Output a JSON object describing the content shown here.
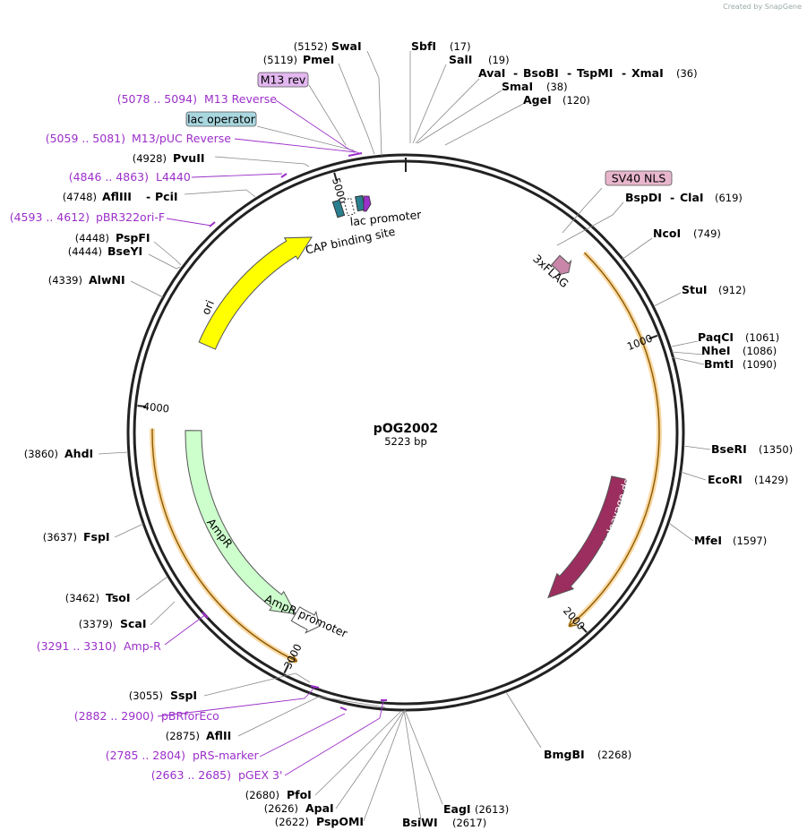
{
  "credit": "Created by SnapGene",
  "plasmid": {
    "name": "pOG2002",
    "size_label": "5223 bp",
    "length": 5223
  },
  "colors": {
    "primer": "#9b2fc9",
    "ori": "#ffff00",
    "ampr": "#ccffcc",
    "foki": "#9b2e5f",
    "flag": "#c986a8",
    "orf": "#f5b95a"
  },
  "ticks": [
    {
      "pos": 1000,
      "label": "1000"
    },
    {
      "pos": 2000,
      "label": "2000"
    },
    {
      "pos": 3000,
      "label": "3000"
    },
    {
      "pos": 4000,
      "label": "4000"
    },
    {
      "pos": 5000,
      "label": "5000"
    }
  ],
  "features": [
    {
      "name": "ori",
      "label": "ori",
      "type": "arrow",
      "start": 4260,
      "end": 4850,
      "dir": 1,
      "color": "#ffff00"
    },
    {
      "name": "ampr",
      "label": "AmpR",
      "type": "arrow",
      "start": 3065,
      "end": 3925,
      "dir": -1,
      "color": "#ccffcc"
    },
    {
      "name": "ampr-promoter",
      "label": "AmpR promoter",
      "type": "arrow",
      "start": 2960,
      "end": 3065,
      "dir": -1,
      "color": "#ffffff"
    },
    {
      "name": "foki",
      "label": "FokI cleavage domain",
      "type": "arrow",
      "start": 1480,
      "end": 2020,
      "dir": 1,
      "color": "#9b2e5f"
    },
    {
      "name": "3xflag",
      "label": "3xFLAG",
      "type": "arrow",
      "start": 595,
      "end": 660,
      "dir": 1,
      "color": "#c986a8"
    }
  ],
  "orfs": [
    {
      "name": "orf-foki",
      "start": 650,
      "end": 2030,
      "dir": 1
    },
    {
      "name": "orf-ampr",
      "start": 2980,
      "end": 3930,
      "dir": -1
    }
  ],
  "small_features": [
    {
      "name": "lac-promoter",
      "label": "lac promoter"
    },
    {
      "name": "cap-binding-site",
      "label": "CAP binding site"
    },
    {
      "name": "3xflag",
      "label": "3xFLAG"
    }
  ],
  "boxed": [
    {
      "name": "m13-rev",
      "label": "M13 rev"
    },
    {
      "name": "lac-operator",
      "label": "lac operator"
    },
    {
      "name": "sv40-nls",
      "label": "SV40 NLS"
    }
  ],
  "enzymes_left": [
    {
      "pos": "(5152)",
      "name": "SwaI"
    },
    {
      "pos": "(5119)",
      "name": "PmeI"
    },
    {
      "pos": "(4928)",
      "name": "PvuII"
    },
    {
      "pos": "(4748)",
      "name": "AflIII",
      "name2": "PciI"
    },
    {
      "pos": "(4448)",
      "name": "PspFI"
    },
    {
      "pos": "(4444)",
      "name": "BseYI"
    },
    {
      "pos": "(4339)",
      "name": "AlwNI"
    },
    {
      "pos": "(3860)",
      "name": "AhdI"
    },
    {
      "pos": "(3637)",
      "name": "FspI"
    },
    {
      "pos": "(3462)",
      "name": "TsoI"
    },
    {
      "pos": "(3379)",
      "name": "ScaI"
    },
    {
      "pos": "(3055)",
      "name": "SspI"
    },
    {
      "pos": "(2875)",
      "name": "AflII"
    },
    {
      "pos": "(2680)",
      "name": "PfoI"
    },
    {
      "pos": "(2626)",
      "name": "ApaI"
    },
    {
      "pos": "(2622)",
      "name": "PspOMI"
    }
  ],
  "enzymes_right": [
    {
      "name": "SbfI",
      "pos": "(17)"
    },
    {
      "name": "SalI",
      "pos": "(19)"
    },
    {
      "name": "AvaI",
      "name2": "BsoBI",
      "name3": "TspMI",
      "name4": "XmaI",
      "pos": "(36)"
    },
    {
      "name": "SmaI",
      "pos": "(38)"
    },
    {
      "name": "AgeI",
      "pos": "(120)"
    },
    {
      "name": "BspDI",
      "name2": "ClaI",
      "pos": "(619)"
    },
    {
      "name": "NcoI",
      "pos": "(749)"
    },
    {
      "name": "StuI",
      "pos": "(912)"
    },
    {
      "name": "PaqCI",
      "pos": "(1061)"
    },
    {
      "name": "NheI",
      "pos": "(1086)"
    },
    {
      "name": "BmtI",
      "pos": "(1090)"
    },
    {
      "name": "BseRI",
      "pos": "(1350)"
    },
    {
      "name": "EcoRI",
      "pos": "(1429)"
    },
    {
      "name": "MfeI",
      "pos": "(1597)"
    },
    {
      "name": "BmgBI",
      "pos": "(2268)"
    },
    {
      "name": "EagI",
      "pos": "(2613)"
    },
    {
      "name": "BsiWI",
      "pos": "(2617)"
    }
  ],
  "primers": [
    {
      "range": "(5078 .. 5094)",
      "name": "M13 Reverse"
    },
    {
      "range": "(5059 .. 5081)",
      "name": "M13/pUC Reverse"
    },
    {
      "range": "(4846 .. 4863)",
      "name": "L4440"
    },
    {
      "range": "(4593 .. 4612)",
      "name": "pBR322ori-F"
    },
    {
      "range": "(3291 .. 3310)",
      "name": "Amp-R"
    },
    {
      "range": "(2882 .. 2900)",
      "name": "pBRforEco"
    },
    {
      "range": "(2785 .. 2804)",
      "name": "pRS-marker"
    },
    {
      "range": "(2663 .. 2685)",
      "name": "pGEX 3'"
    }
  ]
}
